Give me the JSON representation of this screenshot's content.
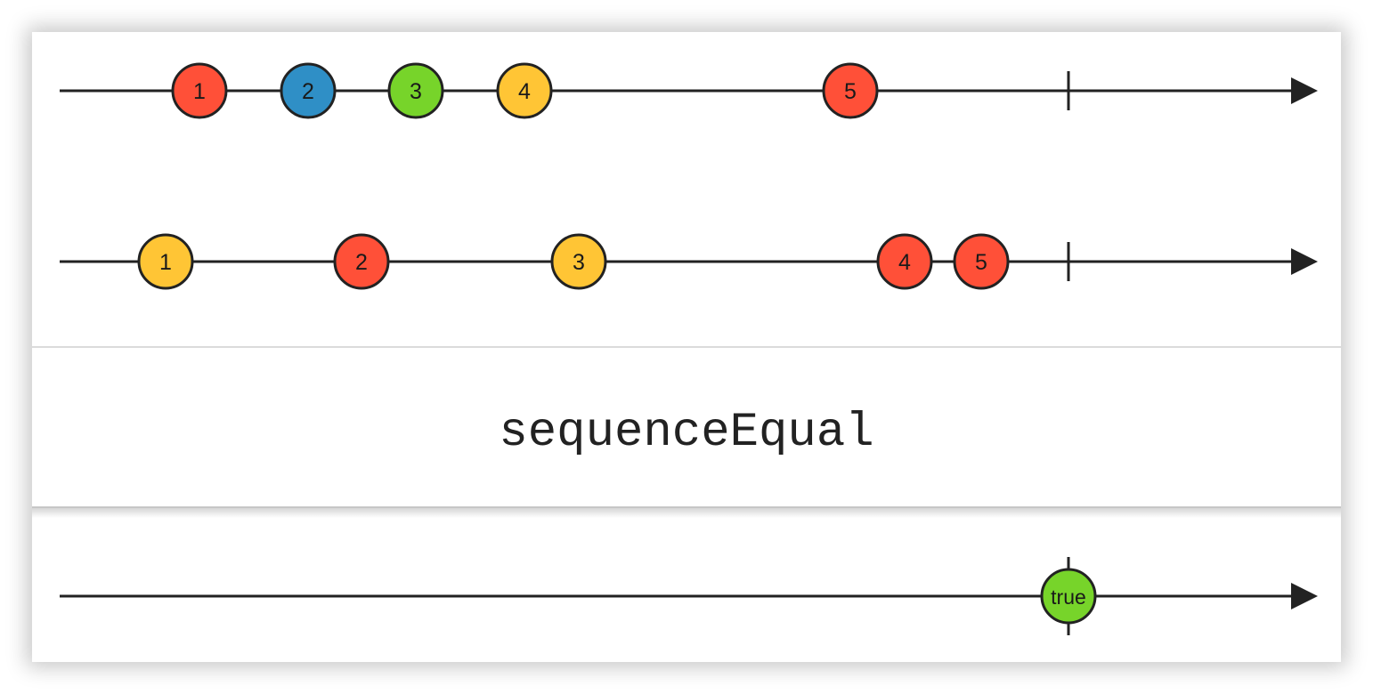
{
  "operator": {
    "name": "sequenceEqual"
  },
  "colors": {
    "line": "#222222",
    "red": "#ff5038",
    "blue": "#2f8fc6",
    "green": "#77d42a",
    "yellow": "#ffc535",
    "marble_stroke": "#222222",
    "box_bg": "#ffffff",
    "divider": "#cfcfcf"
  },
  "timelines": [
    {
      "id": "source-1",
      "completed": true,
      "marbles": [
        {
          "label": "1",
          "color": "red"
        },
        {
          "label": "2",
          "color": "blue"
        },
        {
          "label": "3",
          "color": "green"
        },
        {
          "label": "4",
          "color": "yellow"
        },
        {
          "label": "5",
          "color": "red"
        }
      ]
    },
    {
      "id": "source-2",
      "completed": true,
      "marbles": [
        {
          "label": "1",
          "color": "yellow"
        },
        {
          "label": "2",
          "color": "red"
        },
        {
          "label": "3",
          "color": "yellow"
        },
        {
          "label": "4",
          "color": "red"
        },
        {
          "label": "5",
          "color": "red"
        }
      ]
    },
    {
      "id": "output",
      "completed": true,
      "marbles": [
        {
          "label": "true",
          "color": "green"
        }
      ]
    }
  ]
}
